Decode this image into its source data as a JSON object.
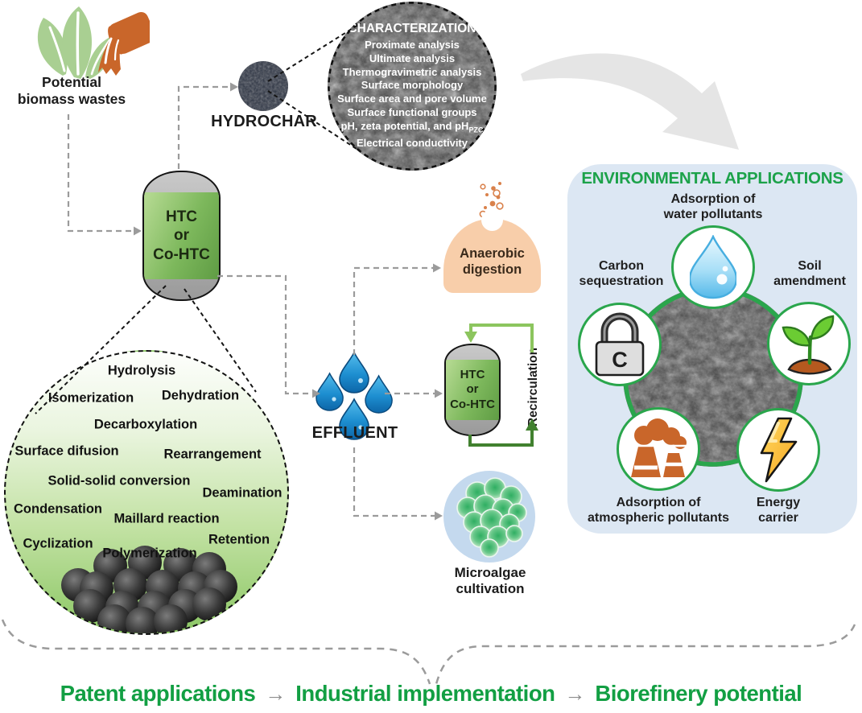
{
  "biomass": {
    "lines": [
      "Potential",
      "biomass wastes"
    ]
  },
  "reactor": {
    "lines": [
      "HTC",
      "or",
      "Co-HTC"
    ]
  },
  "hydrochar": {
    "label": "HYDROCHAR"
  },
  "characterization": {
    "title": "CHARACTERIZATION",
    "items": [
      "Proximate analysis",
      "Ultimate analysis",
      "Thermogravimetric analysis",
      "Surface morphology",
      "Surface area and pore volume",
      "Surface functional groups",
      "pH, zeta potential, and pH",
      "Electrical conductivity"
    ],
    "ph_subscript": "PZC"
  },
  "reactions": [
    "Hydrolysis",
    "Isomerization",
    "Dehydration",
    "Decarboxylation",
    "Surface difusion",
    "Rearrangement",
    "Solid-solid conversion",
    "Deamination",
    "Condensation",
    "Maillard reaction",
    "Cyclization",
    "Polymerization",
    "Retention"
  ],
  "effluent": {
    "label": "EFFLUENT"
  },
  "anaerobic_digestion": {
    "lines": [
      "Anaerobic",
      "digestion"
    ]
  },
  "recirculation": {
    "label": "Recirculation"
  },
  "microalgae": {
    "lines": [
      "Microalgae",
      "cultivation"
    ]
  },
  "environmental": {
    "title": "ENVIRONMENTAL APPLICATIONS",
    "lock_letter": "C",
    "applications": [
      {
        "icon": "water-drop-icon",
        "lines": [
          "Adsorption of",
          "water pollutants"
        ]
      },
      {
        "icon": "padlock-carbon-icon",
        "lines": [
          "Carbon",
          "sequestration"
        ]
      },
      {
        "icon": "seedling-icon",
        "lines": [
          "Soil",
          "amendment"
        ]
      },
      {
        "icon": "factory-smoke-icon",
        "lines": [
          "Adsorption of",
          "atmospheric pollutants"
        ]
      },
      {
        "icon": "lightning-bolt-icon",
        "lines": [
          "Energy",
          "carrier"
        ]
      }
    ]
  },
  "footer": {
    "arrow": "→",
    "items": [
      "Patent applications",
      "Industrial implementation",
      "Biorefinery potential"
    ]
  },
  "colors": {
    "accent_green": "#1ca24a",
    "panel_blue": "#dce7f3",
    "reactor_green": "#7db85c",
    "orange": "#c9662a",
    "effluent_blue": "#1589ce",
    "recirculation_light": "#8cc55e",
    "recirculation_dark": "#41812f",
    "dash_gray": "#9b9b9b",
    "texture_dark": "#3e3e3e"
  }
}
